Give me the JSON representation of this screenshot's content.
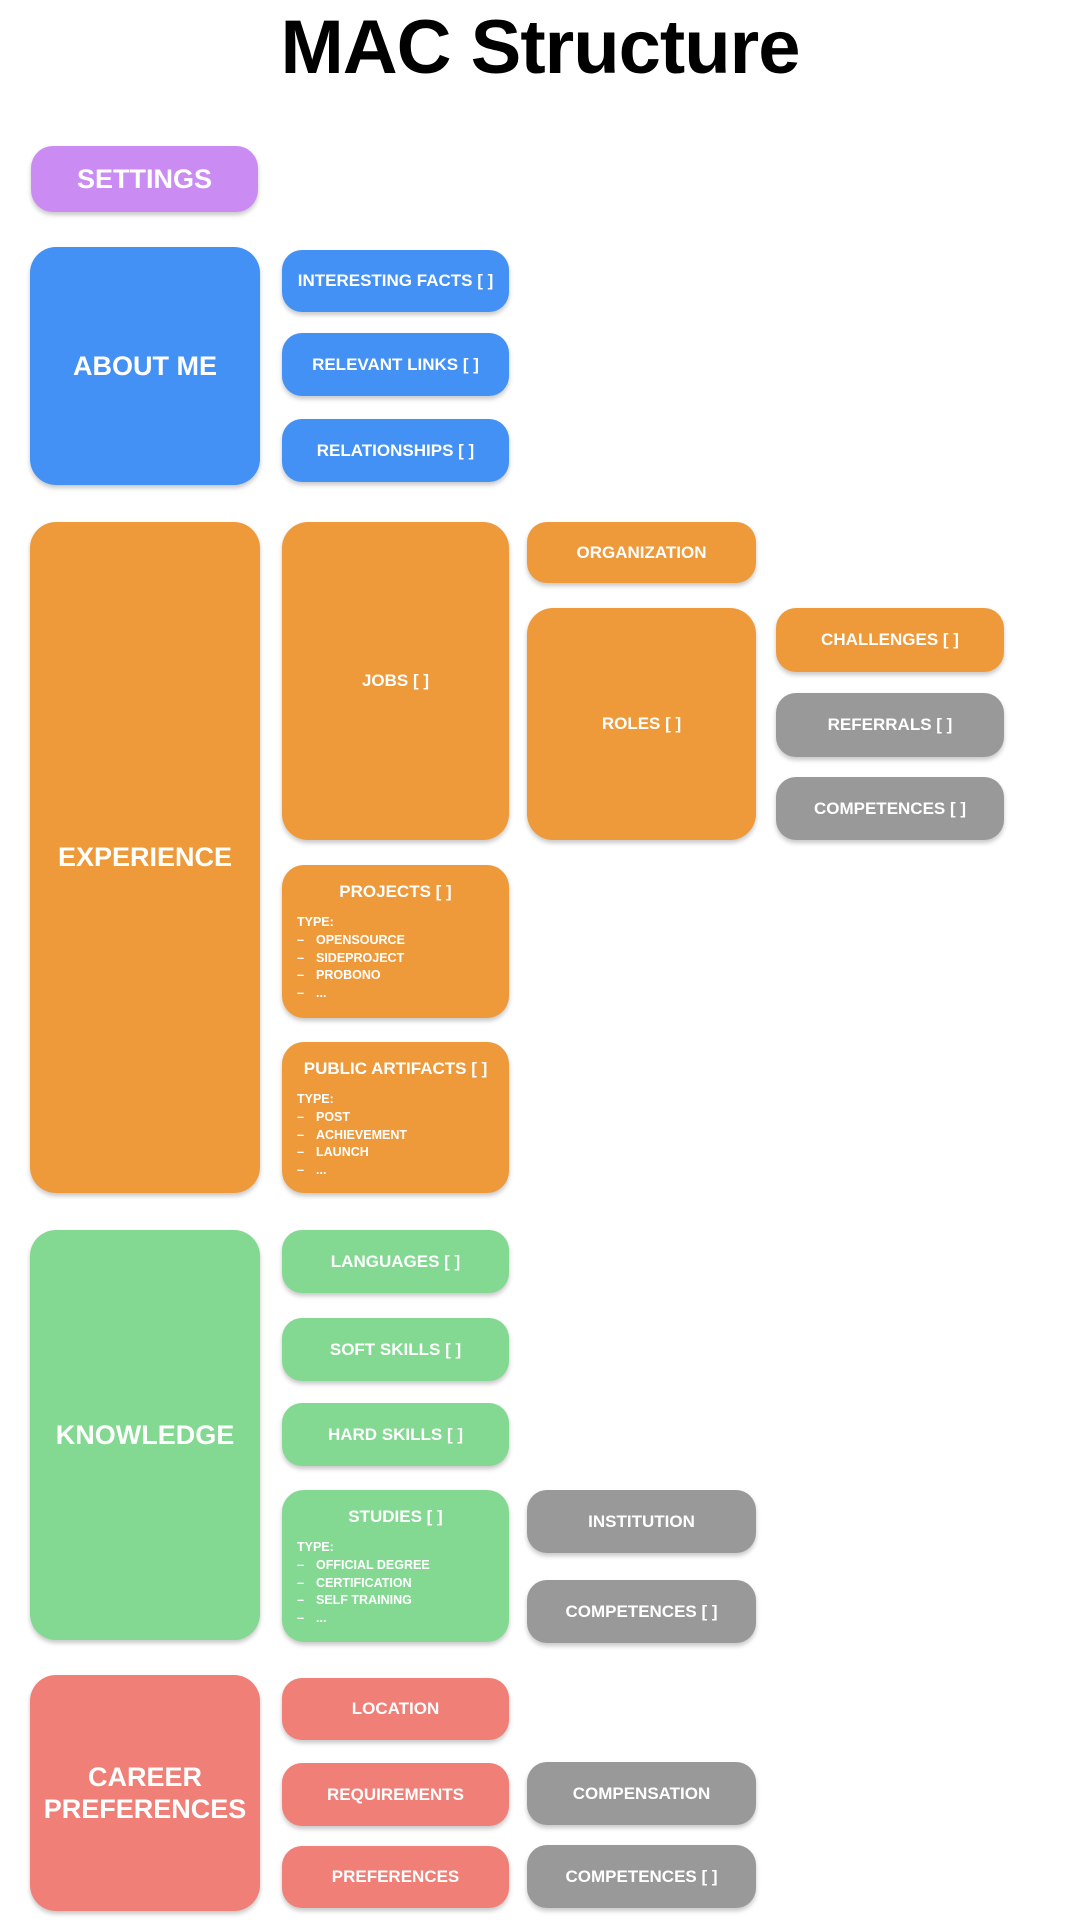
{
  "title": "MAC Structure",
  "bullet": "–",
  "colors": {
    "purple": "#ca8cf3",
    "blue": "#4391f4",
    "orange": "#ee9a3b",
    "green": "#83d992",
    "red": "#ef7f77",
    "gray": "#999999",
    "title_text": "#000000",
    "box_text": "#ffffff"
  },
  "settings": {
    "label": "SETTINGS"
  },
  "about_me": {
    "label": "ABOUT ME",
    "interesting_facts": {
      "label": "INTERESTING FACTS [ ]"
    },
    "relevant_links": {
      "label": "RELEVANT LINKS [ ]"
    },
    "relationships": {
      "label": "RELATIONSHIPS [ ]"
    }
  },
  "experience": {
    "label": "EXPERIENCE",
    "jobs": {
      "label": "JOBS [ ]"
    },
    "organization": {
      "label": "ORGANIZATION"
    },
    "roles": {
      "label": "ROLES [ ]"
    },
    "challenges": {
      "label": "CHALLENGES [ ]"
    },
    "referrals": {
      "label": "REFERRALS [ ]"
    },
    "competences": {
      "label": "COMPETENCES [ ]"
    },
    "projects": {
      "label": "PROJECTS [ ]",
      "type_label": "TYPE:",
      "types": [
        "OPENSOURCE",
        "SIDEPROJECT",
        "PROBONO",
        "..."
      ]
    },
    "public_artifacts": {
      "label": "PUBLIC ARTIFACTS [ ]",
      "type_label": "TYPE:",
      "types": [
        "POST",
        "ACHIEVEMENT",
        "LAUNCH",
        "..."
      ]
    }
  },
  "knowledge": {
    "label": "KNOWLEDGE",
    "languages": {
      "label": "LANGUAGES [ ]"
    },
    "soft_skills": {
      "label": "SOFT SKILLS [ ]"
    },
    "hard_skills": {
      "label": "HARD SKILLS [ ]"
    },
    "studies": {
      "label": "STUDIES [ ]",
      "type_label": "TYPE:",
      "types": [
        "OFFICIAL DEGREE",
        "CERTIFICATION",
        "SELF TRAINING",
        "..."
      ]
    },
    "institution": {
      "label": "INSTITUTION"
    },
    "competences": {
      "label": "COMPETENCES [ ]"
    }
  },
  "career_preferences": {
    "label": "CAREER PREFERENCES",
    "location": {
      "label": "LOCATION"
    },
    "requirements": {
      "label": "REQUIREMENTS"
    },
    "preferences": {
      "label": "PREFERENCES"
    },
    "compensation": {
      "label": "COMPENSATION"
    },
    "competences": {
      "label": "COMPETENCES [ ]"
    }
  }
}
